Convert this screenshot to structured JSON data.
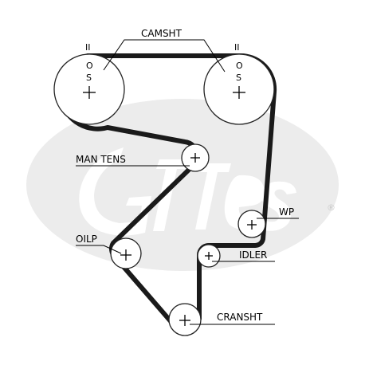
{
  "labels": {
    "camshaft": "CAMSHT",
    "man_tens": "MAN TENS",
    "wp": "WP",
    "oilp": "OILP",
    "idler": "IDLER",
    "crankshaft": "CRANSHT"
  },
  "timing_marks": {
    "left_top": "II",
    "right_top": "II",
    "left_o": "O",
    "left_s": "S",
    "right_o": "O",
    "right_s": "S"
  },
  "watermark": {
    "registered": "®"
  },
  "colors": {
    "belt": "#1a1a1a",
    "watermark": "#ececec",
    "ink": "#000000"
  }
}
